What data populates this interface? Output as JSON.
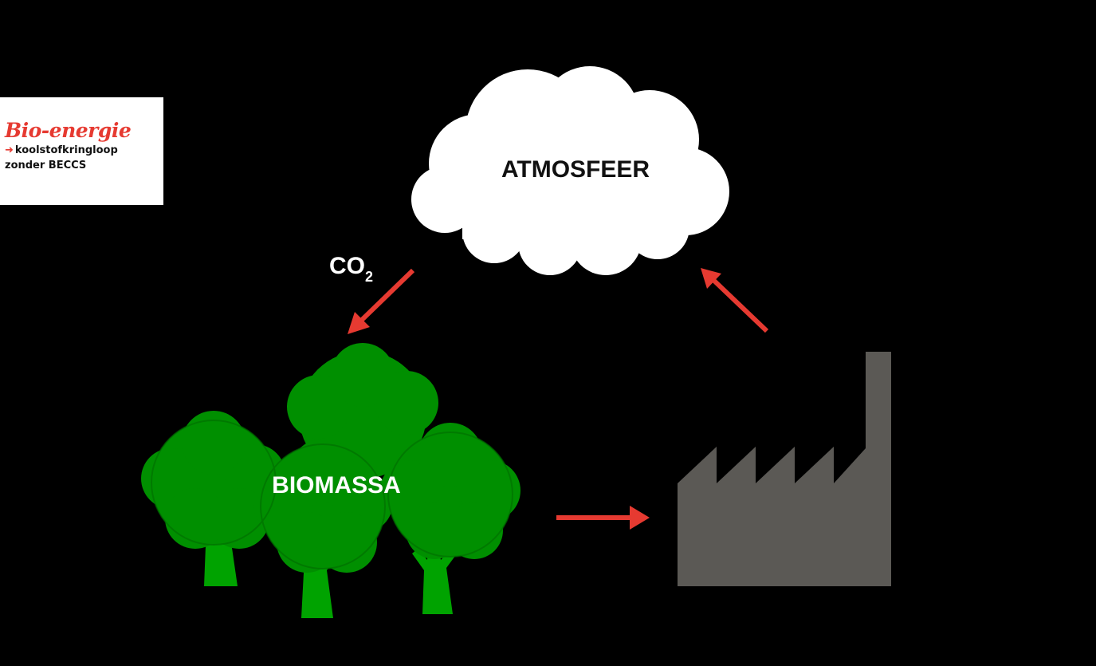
{
  "header": {
    "title": "Bio-energie",
    "arrow": "➜",
    "subtitle_line1": "koolstofkringloop",
    "subtitle_line2": "zonder BECCS"
  },
  "nodes": {
    "atmosphere": "ATMOSFEER",
    "biomass": "BIOMASSA"
  },
  "edges": {
    "co2_main": "CO",
    "co2_sub": "2"
  },
  "colors": {
    "background": "#000000",
    "accent": "#e63a31",
    "tree": "#008f00",
    "trunk": "#00a300",
    "factory": "#5b5955",
    "cloud": "#ffffff",
    "text_dark": "#111111",
    "text_light": "#ffffff"
  },
  "icons": {
    "atmosphere": "cloud-icon",
    "biomass": "trees-icon",
    "plant": "factory-icon"
  }
}
